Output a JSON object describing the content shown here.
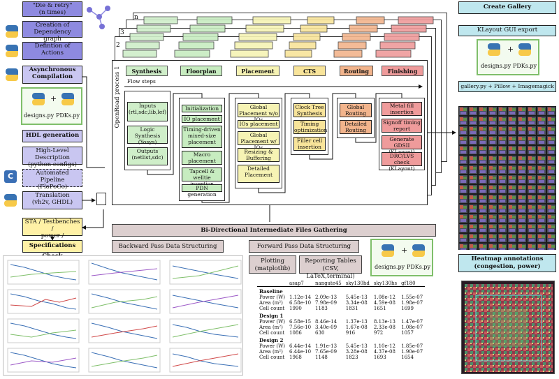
{
  "left": {
    "die_retry": [
      "\"Die & retry\"",
      "(n times)"
    ],
    "dependency": [
      "Creation of Dependency",
      "graph"
    ],
    "actions": [
      "Defintion of",
      "Actions"
    ],
    "async": [
      "Asynchronous",
      "Compilation"
    ],
    "hdl": "HDL generation",
    "highlevel": [
      "High-Level Description",
      "(python configs)"
    ],
    "automated": [
      "Automated Pipeline",
      "(FloPoCo)"
    ],
    "translation": [
      "Translation",
      "(vh2v, GHDL)"
    ],
    "sta": [
      "STA / Testbenches /",
      "power / performance"
    ],
    "spec": "Specifications Check"
  },
  "files": {
    "designs": "designs.py",
    "pdks": "PDKs.py",
    "plus": "+"
  },
  "flow": {
    "stack_numbers": [
      "n",
      "3",
      "2"
    ],
    "process_label": "OpenRoad process 1",
    "flow_steps": "Flow steps",
    "headers": [
      "Synthesis",
      "Floorplan",
      "Placement",
      "CTS",
      "Routing",
      "Finishing"
    ],
    "synthesis": [
      "Inputs (rtl,sdc,lib,lef)",
      "Logic Synthesis (Yosys)",
      "Outputs (netlist,sdc)"
    ],
    "floorplan": [
      "Initialization",
      "IO placement",
      "Timing-driven mixed-size placement",
      "Macro placement",
      "Tapcell & welltie insertion",
      "PDN generation"
    ],
    "placement": [
      "Global Placement w/o IOs",
      "IOs placement",
      "Global Placement w/ IOs",
      "Resizing & Buffering",
      "Detailed Placement"
    ],
    "cts": [
      "Clock Tree Synthesis",
      "Timing optimization",
      "Filler cell insertion"
    ],
    "routing": [
      "Global Routing",
      "Detailed Routing"
    ],
    "finishing": [
      "Metal fill insertion",
      "Signoff timing report",
      "Generate GDSII (KLayout)",
      "DRC/LVS check (KLayout)"
    ]
  },
  "bottom": {
    "gathering": "Bi-Directional Intermediate Files Gathering",
    "backward": "Backward Pass Data Structuring",
    "forward": "Forward  Pass Data Structuring",
    "plotting": [
      "Plotting",
      "(matplotlib)"
    ],
    "reporting": [
      "Reporting Tables",
      "(CSV, LaTeX,terminal)"
    ]
  },
  "right": {
    "create_gallery": "Create  Gallery",
    "klayout": "KLayout GUI export",
    "gallery_cmd": "gallery.py  +  Pillow + Imagemagick",
    "heatmap": [
      "Heatmap annotations",
      "(congestion, power)"
    ]
  },
  "table": {
    "columns": [
      "",
      "asap7",
      "nangate45",
      "sky130hd",
      "sky130hs",
      "gf180"
    ],
    "groups": [
      {
        "name": "Baseline",
        "rows": [
          [
            "Power (W)",
            "1.12e-14",
            "2.09e-13",
            "5.45e-13",
            "1.08e-12",
            "1.55e-07"
          ],
          [
            "Area (m²)",
            "6.58e-10",
            "7.98e-09",
            "3.34e-08",
            "4.59e-08",
            "1.98e-07"
          ],
          [
            "Cell count",
            "1990",
            "1183",
            "1831",
            "1651",
            "1699"
          ]
        ]
      },
      {
        "name": "Design 1",
        "rows": [
          [
            "Power (W)",
            "6.58e-15",
            "8.46e-14",
            "1.37e-13",
            "8.13e-13",
            "1.47e-07"
          ],
          [
            "Area (m²)",
            "7.56e-10",
            "3.40e-09",
            "1.67e-08",
            "2.33e-08",
            "1.08e-07"
          ],
          [
            "Cell count",
            "1086",
            "630",
            "916",
            "972",
            "1057"
          ]
        ]
      },
      {
        "name": "Design 2",
        "rows": [
          [
            "Power (W)",
            "6.44e-14",
            "1.91e-13",
            "5.45e-13",
            "1.10e-12",
            "1.85e-07"
          ],
          [
            "Area (m²)",
            "6.44e-10",
            "7.65e-09",
            "3.28e-08",
            "4.37e-08",
            "1.90e-07"
          ],
          [
            "Cell count",
            "1968",
            "1148",
            "1823",
            "1693",
            "1654"
          ]
        ]
      }
    ]
  },
  "colors": {
    "synthesis": "#cfeec9",
    "floorplan": "#c7ecc0",
    "placement": "#f6f3b4",
    "cts": "#f8e49a",
    "routing": "#f2b48c",
    "finishing": "#ef9b9b",
    "lavender": "#c9c6f1",
    "yellow": "#fff1a6",
    "cyan": "#bfe7ee"
  }
}
